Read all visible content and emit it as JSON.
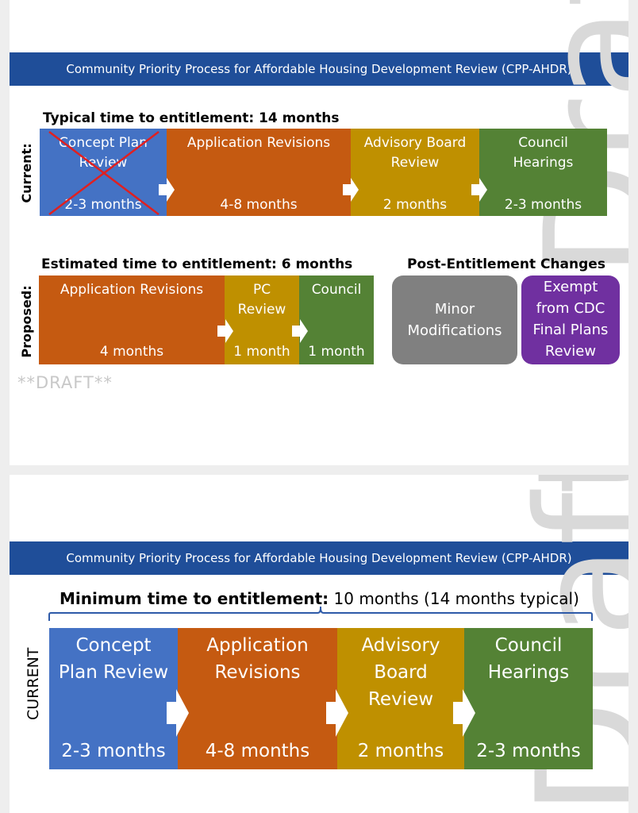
{
  "slide1": {
    "banner": "Community Priority Process for Affordable Housing Development Review (CPP-AHDR)",
    "watermark": "Draft",
    "current": {
      "side_label": "Current:",
      "heading": "Typical time to entitlement: 14 months",
      "steps": [
        {
          "title_lines": [
            "Concept Plan",
            "Review"
          ],
          "duration": "2-3 months",
          "color": "#4472c4",
          "crossed_out": true
        },
        {
          "title_lines": [
            "Application Revisions"
          ],
          "duration": "4-8 months",
          "color": "#c55a11"
        },
        {
          "title_lines": [
            "Advisory Board",
            "Review"
          ],
          "duration": "2 months",
          "color": "#bf9000"
        },
        {
          "title_lines": [
            "Council",
            "Hearings"
          ],
          "duration": "2-3 months",
          "color": "#548235"
        }
      ]
    },
    "proposed": {
      "side_label": "Proposed:",
      "heading": "Estimated time to entitlement: 6 months",
      "steps": [
        {
          "title_lines": [
            "Application Revisions"
          ],
          "duration": "4 months",
          "color": "#c55a11"
        },
        {
          "title_lines": [
            "PC",
            "Review"
          ],
          "duration": "1 month",
          "color": "#bf9000"
        },
        {
          "title_lines": [
            "Council"
          ],
          "duration": "1 month",
          "color": "#548235"
        }
      ]
    },
    "post_entitlement": {
      "heading": "Post-Entitlement Changes",
      "items": [
        {
          "lines": [
            "Minor",
            "Modifications"
          ],
          "color": "#808080"
        },
        {
          "lines": [
            "Exempt",
            "from CDC",
            "Final Plans",
            "Review"
          ],
          "color": "#7030a0"
        }
      ]
    },
    "draft_note": "**DRAFT**"
  },
  "slide2": {
    "banner": "Community Priority Process for Affordable Housing Development Review (CPP-AHDR)",
    "watermark": "Draft",
    "side_label": "CURRENT",
    "heading_bold": "Minimum time to entitlement:",
    "heading_rest": " 10 months (14 months typical)",
    "steps": [
      {
        "title_lines": [
          "Concept",
          "Plan Review"
        ],
        "duration": "2-3 months",
        "color": "#4472c4"
      },
      {
        "title_lines": [
          "Application",
          "Revisions"
        ],
        "duration": "4-8 months",
        "color": "#c55a11"
      },
      {
        "title_lines": [
          "Advisory",
          "Board",
          "Review"
        ],
        "duration": "2 months",
        "color": "#bf9000"
      },
      {
        "title_lines": [
          "Council",
          "Hearings"
        ],
        "duration": "2-3 months",
        "color": "#548235"
      }
    ]
  }
}
